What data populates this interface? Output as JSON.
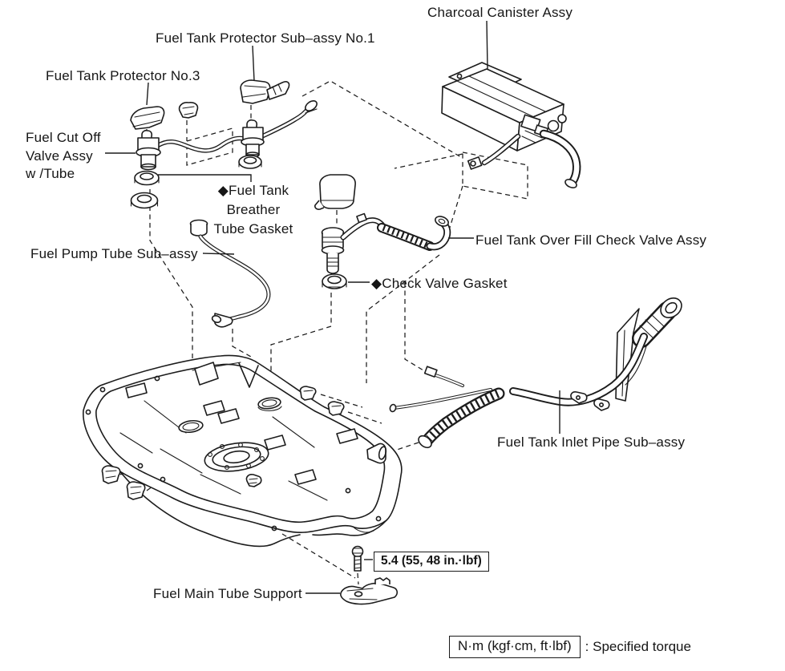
{
  "figure": {
    "type": "exploded-parts-diagram",
    "subject": "Fuel tank assembly",
    "background_color": "#ffffff",
    "line_color": "#1c1c1c"
  },
  "labels": {
    "charcoal_canister": "Charcoal Canister Assy",
    "protector_no1": "Fuel Tank Protector Sub–assy No.1",
    "protector_no3": "Fuel Tank Protector No.3",
    "fuel_cut_off_valve": "Fuel Cut Off\nValve Assy\nw /Tube",
    "breather_tube_gasket": "◆Fuel Tank\nBreather\nTube Gasket",
    "fuel_pump_tube": "Fuel Pump Tube Sub–assy",
    "over_fill_check_valve": "Fuel Tank Over Fill Check Valve Assy",
    "check_valve_gasket": "◆Check Valve Gasket",
    "inlet_pipe": "Fuel Tank Inlet Pipe Sub–assy",
    "main_tube_support": "Fuel Main Tube Support"
  },
  "torque_callout": {
    "value": "5.4 (55, 48 in.·lbf)"
  },
  "legend": {
    "box_text": "N·m (kgf·cm, ft·lbf)",
    "label": ": Specified torque"
  }
}
